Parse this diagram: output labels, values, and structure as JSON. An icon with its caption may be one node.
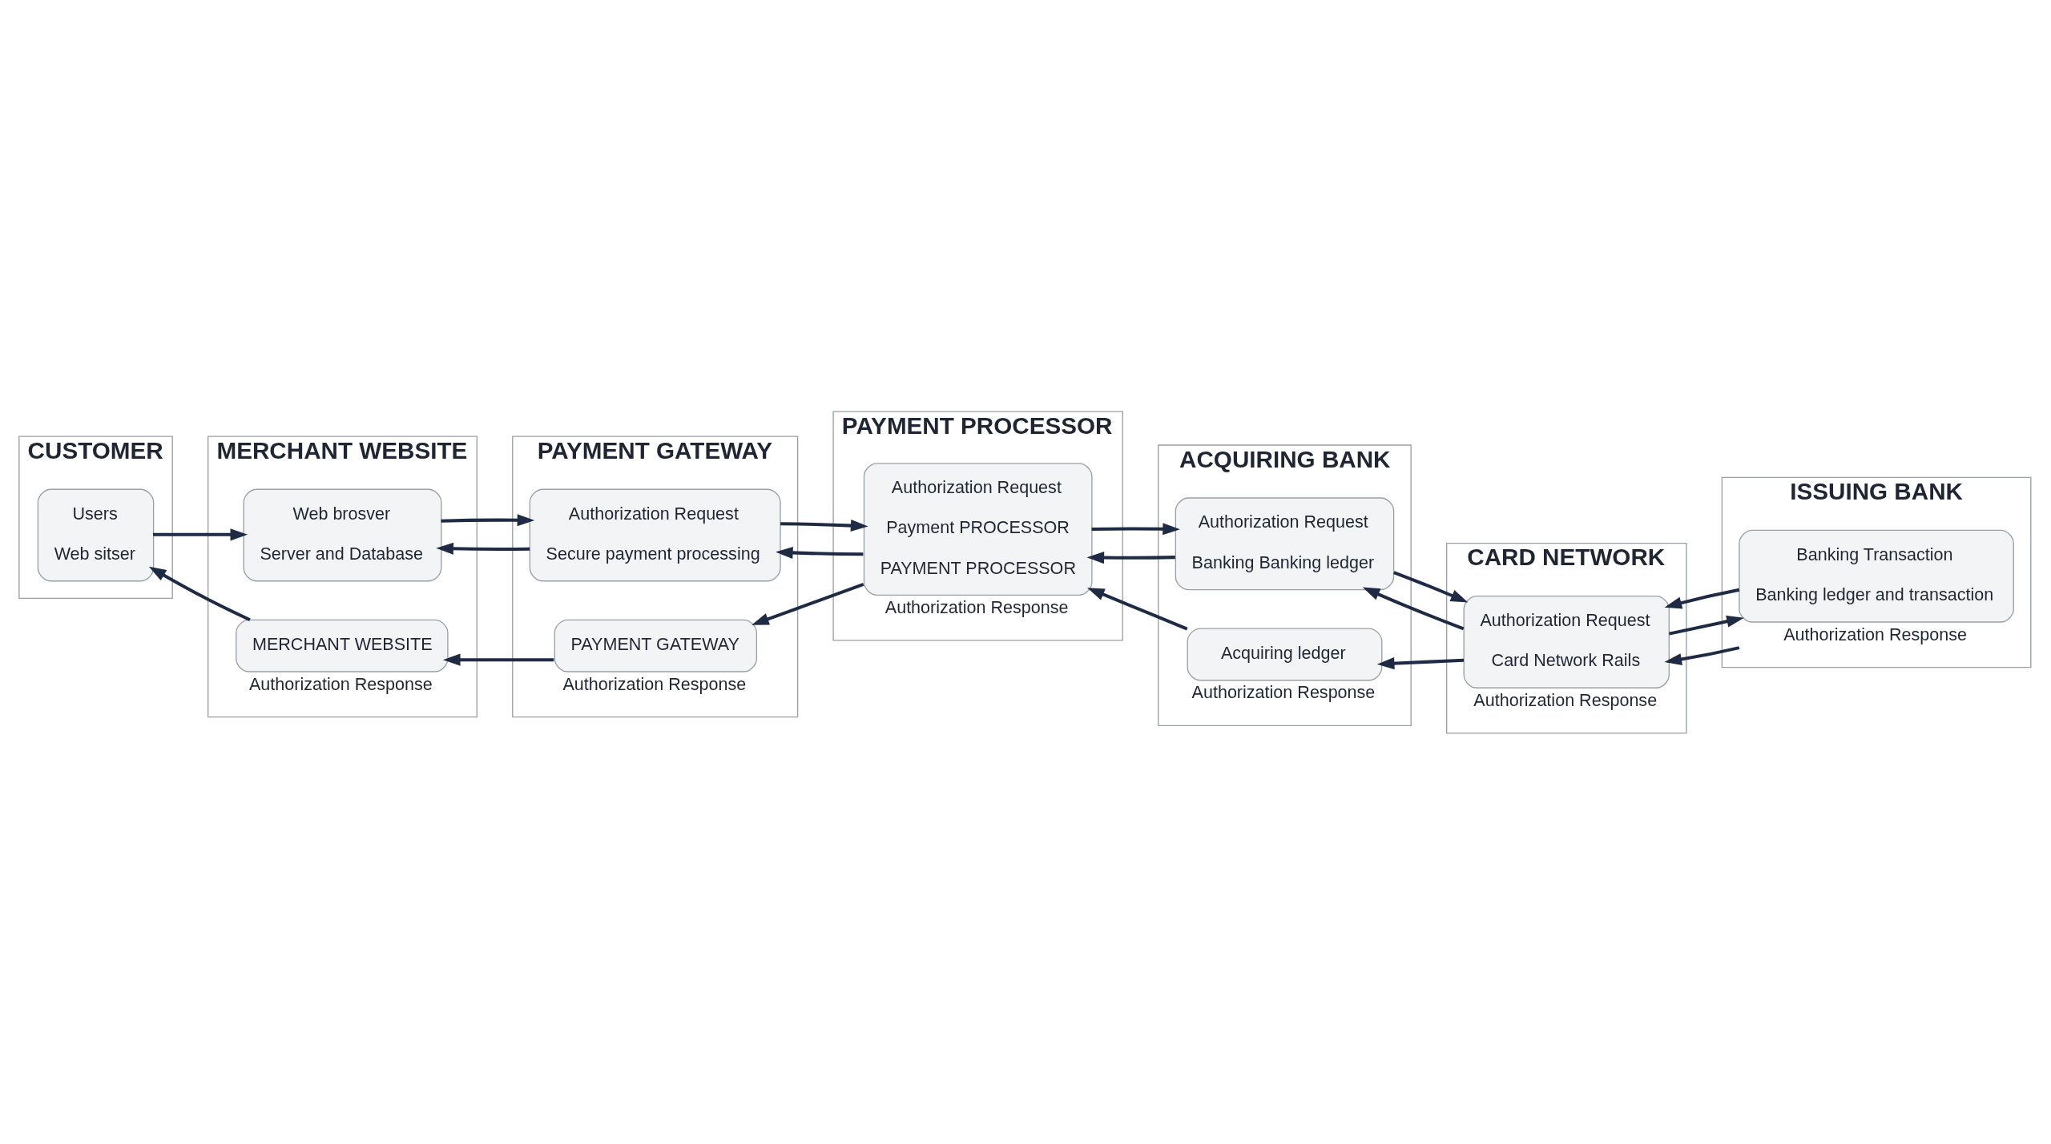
{
  "diagram": {
    "nodes": [
      {
        "text": [
          "CUSTOMER"
        ]
      },
      {
        "text": [
          "Users",
          "Web sitser"
        ],
        "in": 0
      },
      {
        "text": [
          "MERCHANT WEBSITE"
        ]
      },
      {
        "text": [
          "Web brosver",
          "Server and Database"
        ],
        "in": 2
      },
      {
        "text": [
          "MERCHANT WEBSITE"
        ],
        "in": 2,
        "beside": [
          "Authorization Response"
        ]
      },
      {
        "text": [
          "PAYMENT GATEWAY"
        ]
      },
      {
        "text": [
          "Authorization Request",
          "Secure payment processing"
        ],
        "in": 5
      },
      {
        "text": [
          "PAYMENT GATEWAY"
        ],
        "in": 5,
        "beside": [
          "Authorization Response"
        ]
      },
      {
        "text": [
          "PAYMENT PROCESSOR"
        ]
      },
      {
        "text": [
          "Authorization Request",
          "Payment PROCESSOR",
          "PAYMENT PROCESSOR"
        ],
        "in": 8,
        "beside": [
          "Authorization Response"
        ]
      },
      {
        "text": [
          "ACQUIRING BANK"
        ]
      },
      {
        "text": [
          "Authorization Request",
          "Banking Banking ledger"
        ],
        "in": 10
      },
      {
        "text": [
          "Acquiring ledger"
        ],
        "in": 10,
        "beside": [
          "Authorization Response"
        ]
      },
      {
        "text": [
          "CARD NETWORK"
        ]
      },
      {
        "text": [
          "Authorization Request",
          "Card Network Rails"
        ],
        "in": 13,
        "beside": [
          "Authorization Response"
        ]
      },
      {
        "text": [
          "ISSUING BANK"
        ]
      },
      {
        "text": [
          "Banking Transaction",
          "Banking ledger and transaction"
        ],
        "in": 15,
        "beside": [
          "Authorization Response"
        ]
      }
    ],
    "edges": [
      {
        "from": 1,
        "to": 3,
        "arrow": "to"
      },
      {
        "from": 3,
        "to": 6,
        "arrow": "to"
      },
      {
        "from": 6,
        "to": 3,
        "arrow": "to"
      },
      {
        "from": 6,
        "to": 9,
        "arrow": "to"
      },
      {
        "from": 9,
        "to": 6,
        "arrow": "to"
      },
      {
        "from": 9,
        "to": 11,
        "arrow": "to"
      },
      {
        "from": 11,
        "to": 9,
        "arrow": "to"
      },
      {
        "from": 11,
        "to": 14,
        "arrow": "to"
      },
      {
        "from": 14,
        "to": 11,
        "arrow": "to"
      },
      {
        "from": 14,
        "to": 16,
        "arrow": "to"
      },
      {
        "from": 16,
        "to": 14,
        "arrow": "to"
      },
      {
        "from": 4,
        "to": 1,
        "arrow": "to"
      },
      {
        "from": 7,
        "to": 4,
        "arrow": "to"
      },
      {
        "from": 9,
        "to": 7,
        "arrow": "to"
      },
      {
        "from": 12,
        "to": 9,
        "arrow": "to"
      },
      {
        "from": 14,
        "to": 12,
        "arrow": "to"
      },
      {
        "from": 16,
        "to": 14,
        "arrow": "to"
      }
    ]
  }
}
